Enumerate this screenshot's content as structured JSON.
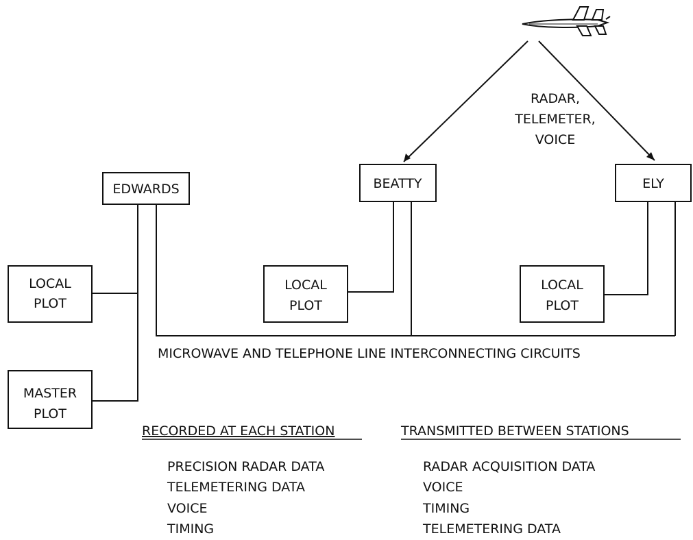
{
  "stations": {
    "edwards": "EDWARDS",
    "beatty": "BEATTY",
    "ely": "ELY"
  },
  "plots": {
    "local_line1": "LOCAL",
    "local_line2": "PLOT",
    "master_line1": "MASTER",
    "master_line2": "PLOT"
  },
  "signal_labels": [
    "RADAR,",
    "TELEMETER,",
    "VOICE"
  ],
  "interconnect_label": "MICROWAVE AND TELEPHONE LINE INTERCONNECTING CIRCUITS",
  "recorded": {
    "heading": "RECORDED AT EACH STATION",
    "items": [
      "PRECISION RADAR DATA",
      "TELEMETERING DATA",
      "VOICE",
      "TIMING"
    ]
  },
  "transmitted": {
    "heading": "TRANSMITTED BETWEEN STATIONS",
    "items": [
      "RADAR ACQUISITION DATA",
      "VOICE",
      "TIMING",
      "TELEMETERING DATA"
    ]
  },
  "colors": {
    "ink": "#111111",
    "paper": "#ffffff"
  },
  "icons": {
    "aircraft": "aircraft-icon"
  }
}
